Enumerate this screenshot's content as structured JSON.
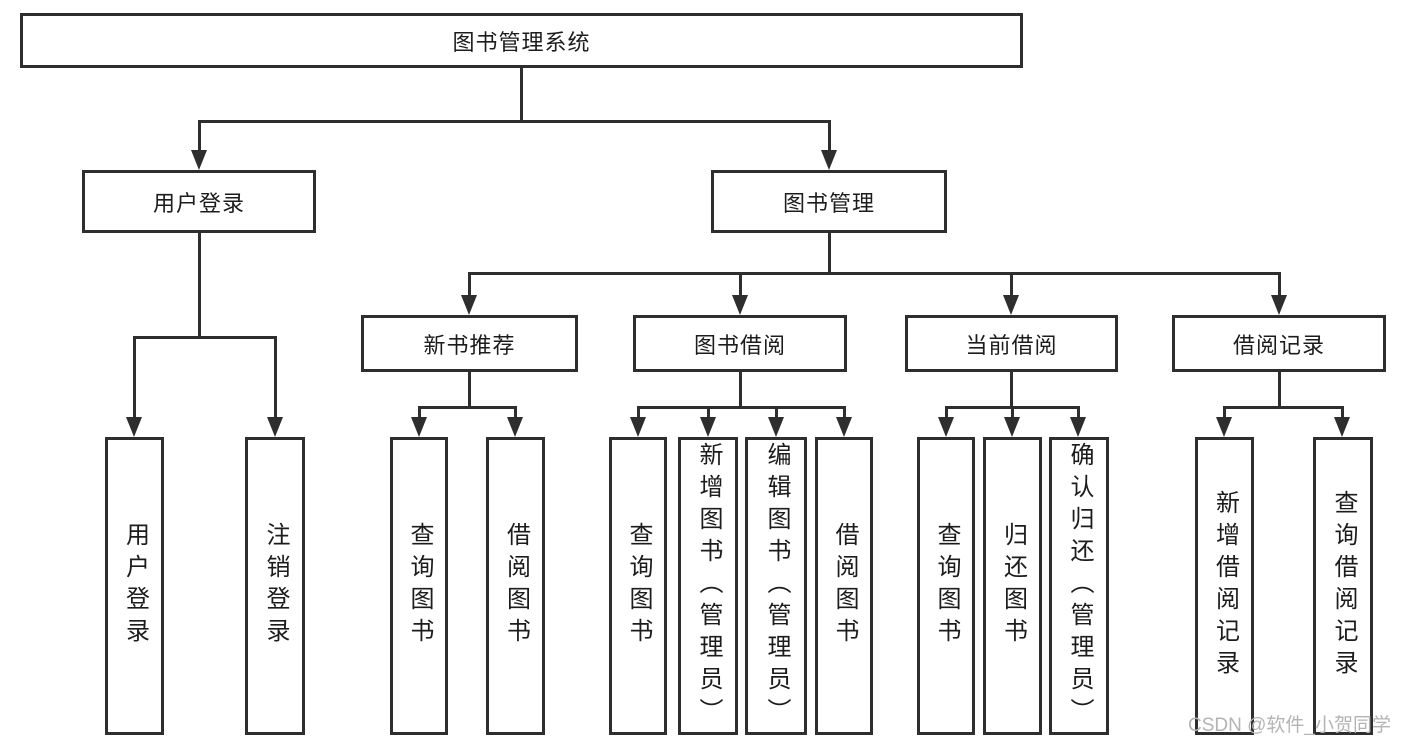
{
  "colors": {
    "line": "#2e2e2e",
    "box_border": "#2e2e2e",
    "box_fill": "#ffffff",
    "text": "#1c1c1c",
    "watermark": "#b4b4b4"
  },
  "watermark": "CSDN @软件_小贺同学",
  "tree": {
    "root": {
      "label": "图书管理系统",
      "children": [
        {
          "label": "用户登录",
          "children": [
            {
              "label": "用户登录"
            },
            {
              "label": "注销登录"
            }
          ]
        },
        {
          "label": "图书管理",
          "children": [
            {
              "label": "新书推荐",
              "children": [
                {
                  "label": "查询图书"
                },
                {
                  "label": "借阅图书"
                }
              ]
            },
            {
              "label": "图书借阅",
              "children": [
                {
                  "label": "查询图书"
                },
                {
                  "label": "新增图书（管理员）"
                },
                {
                  "label": "编辑图书（管理员）"
                },
                {
                  "label": "借阅图书"
                }
              ]
            },
            {
              "label": "当前借阅",
              "children": [
                {
                  "label": "查询图书"
                },
                {
                  "label": "归还图书"
                },
                {
                  "label": "确认归还（管理员）"
                }
              ]
            },
            {
              "label": "借阅记录",
              "children": [
                {
                  "label": "新增借阅记录"
                },
                {
                  "label": "查询借阅记录"
                }
              ]
            }
          ]
        }
      ]
    }
  }
}
